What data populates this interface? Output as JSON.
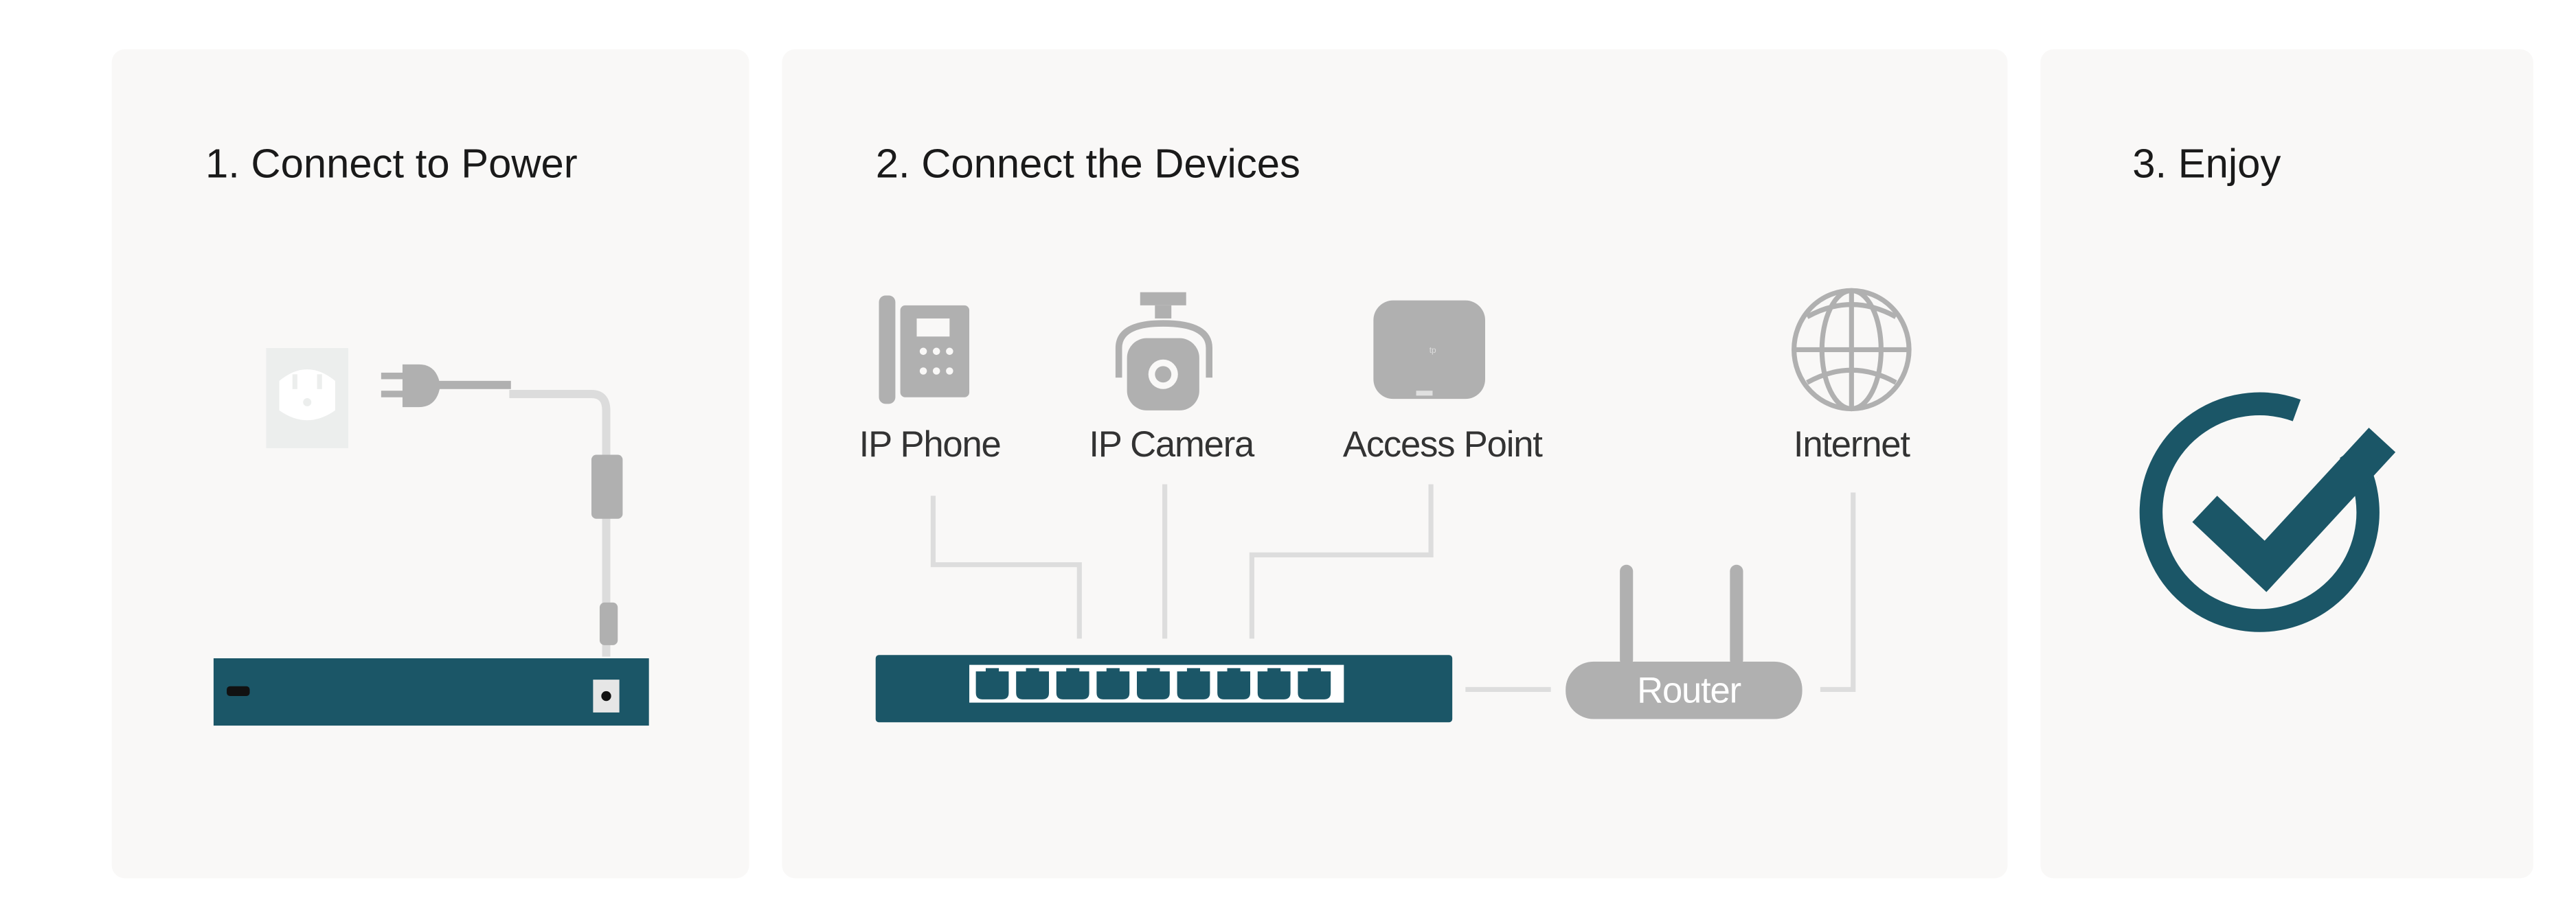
{
  "steps": [
    {
      "title": "1. Connect to Power"
    },
    {
      "title": "2. Connect the Devices"
    },
    {
      "title": "3. Enjoy"
    }
  ],
  "devices": {
    "ip_phone": "IP Phone",
    "ip_camera": "IP Camera",
    "access_point": "Access Point",
    "internet": "Internet",
    "router": "Router"
  },
  "colors": {
    "switch_teal": "#1b5667",
    "icon_gray": "#b0b0b0",
    "line_gray": "#dddddd",
    "panel_bg": "#f9f8f7"
  },
  "icons": [
    "power-outlet-icon",
    "power-plug-icon",
    "ip-phone-icon",
    "ip-camera-icon",
    "access-point-icon",
    "globe-icon",
    "router-icon",
    "switch-icon",
    "check-circle-icon"
  ]
}
